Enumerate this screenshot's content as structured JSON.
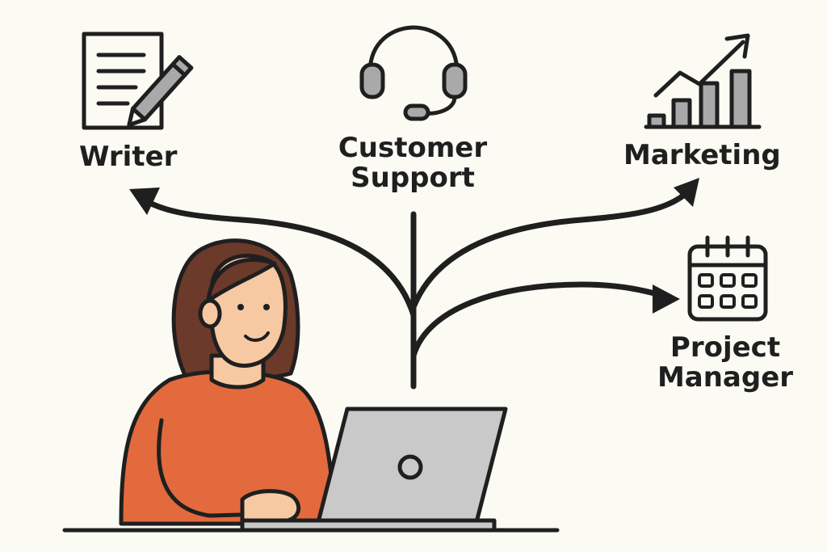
{
  "diagram": {
    "center": {
      "person": "person-at-laptop"
    },
    "branches": [
      {
        "id": "writer",
        "label_lines": [
          "Writer"
        ],
        "icon": "document-pencil-icon"
      },
      {
        "id": "customer-support",
        "label_lines": [
          "Customer",
          "Support"
        ],
        "icon": "headset-icon"
      },
      {
        "id": "marketing",
        "label_lines": [
          "Marketing"
        ],
        "icon": "growth-chart-icon"
      },
      {
        "id": "project-manager",
        "label_lines": [
          "Project",
          "Manager"
        ],
        "icon": "calendar-icon"
      }
    ]
  },
  "colors": {
    "background": "#fbfbf3",
    "ink": "#1f1f1f",
    "icon_fill": "#a9a9a9",
    "sweater": "#e36a3c",
    "hair": "#6b3a2a",
    "skin": "#f6c9a3",
    "laptop": "#c9c9c9"
  }
}
